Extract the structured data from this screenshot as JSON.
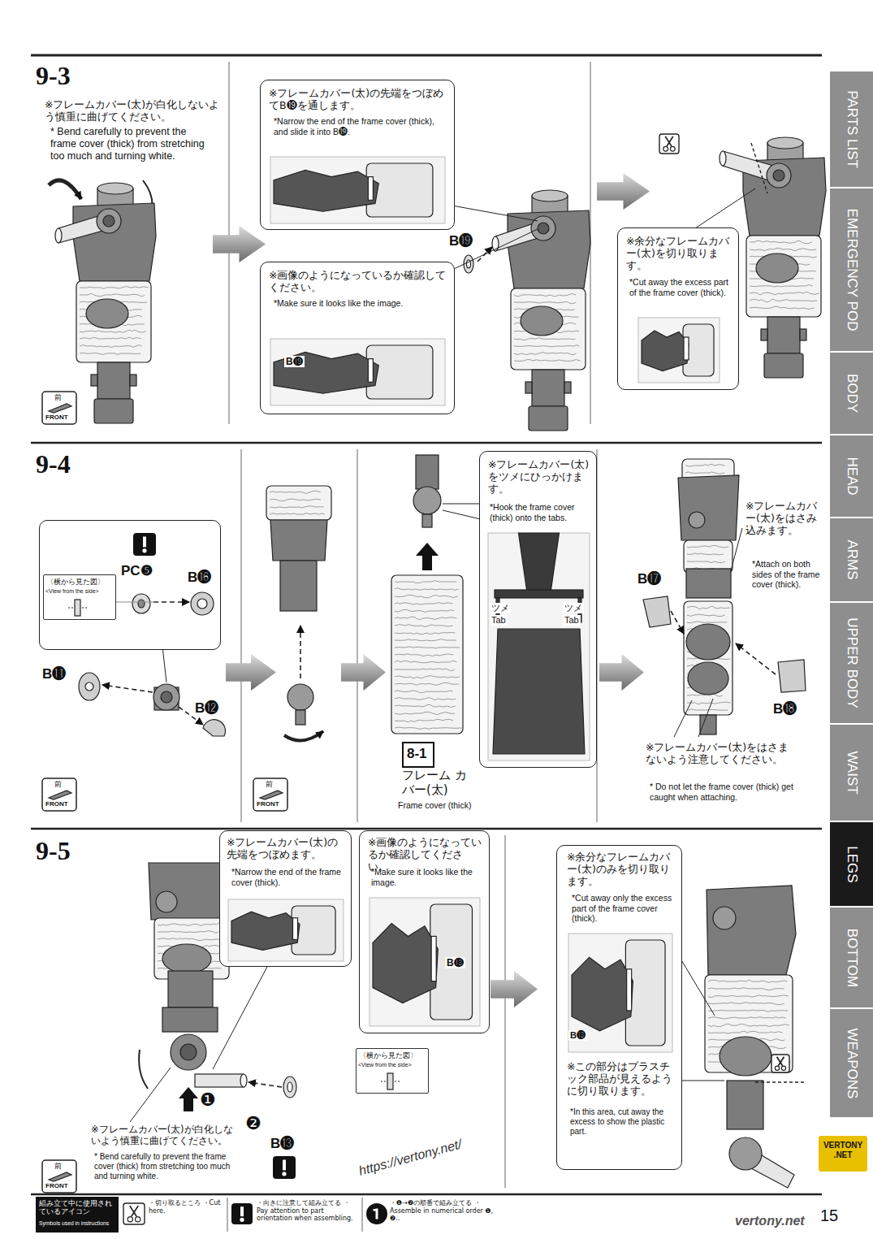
{
  "diagram": {
    "nodes": [
      {
        "text": [
          "※フレームカバー(太)の先端をつぼめてB⓳を通します。",
          "*Narrow the end of the frame cover (thick), and slide it into B⓳."
        ]
      },
      {
        "text": [
          "※画像のようになっているか確認してください。",
          "*Make sure it looks like the image."
        ]
      },
      {
        "text": [
          "※余分なフレームカバー(太)を切り取ります。",
          "*Cut away the excess part of the frame cover (thick)."
        ]
      },
      {
        "text": [
          "PC❺",
          "B⓰"
        ]
      },
      {
        "text": [
          "〈横から見た図〉",
          "<View from the side>"
        ],
        "in": 3
      },
      {
        "text": [
          "8-1"
        ]
      },
      {
        "text": [
          "※フレームカバー(太)をツメにひっかけます。",
          "*Hook the frame cover (thick) onto the tabs."
        ]
      },
      {
        "text": [
          "※フレームカバー(太)の先端をつぼめます。",
          "*Narrow the end of the frame cover (thick)."
        ]
      },
      {
        "text": [
          "※画像のようになっているか確認してください。",
          "*Make sure it looks like the image."
        ]
      },
      {
        "text": [
          "〈横から見た図〉",
          "<View from the side>"
        ]
      },
      {
        "text": [
          "※余分なフレームカバー(太)のみを切り取ります。",
          "*Cut away only the excess part of the frame cover (thick).",
          "※この部分はプラスチック部品が見えるように切り取ります。",
          "*In this area, cut away the excess to show the plastic part."
        ]
      },
      {
        "text": [
          "PARTS LIST"
        ]
      },
      {
        "text": [
          "EMERGENCY POD"
        ]
      },
      {
        "text": [
          "BODY"
        ]
      },
      {
        "text": [
          "HEAD"
        ]
      },
      {
        "text": [
          "ARMS"
        ]
      },
      {
        "text": [
          "UPPER BODY"
        ]
      },
      {
        "text": [
          "WAIST"
        ]
      },
      {
        "text": [
          "LEGS"
        ]
      },
      {
        "text": [
          "BOTTOM"
        ]
      },
      {
        "text": [
          "WEAPONS"
        ]
      }
    ],
    "labels": [
      "9-3",
      "※フレームカバー(太)が白化しないよう慎重に曲げてください。",
      "* Bend carefully to prevent the frame cover (thick) from stretching too much and turning white.",
      "前",
      "FRONT",
      "B⓳",
      "B⓳",
      "9-4",
      "B⓫",
      "B⓬",
      "前",
      "FRONT",
      "前",
      "FRONT",
      "フレーム カバー(太)",
      "Frame cover (thick)",
      "ツメ",
      "Tab",
      "ツメ",
      "Tab",
      "B⓱",
      "※フレームカバー(太)をはさみ込みます。",
      "*Attach on both sides of the frame cover (thick).",
      "B⓲",
      "※フレームカバー(太)をはさまないよう注意してください。",
      "* Do not let the frame cover (thick) get caught when attaching.",
      "9-5",
      "B⓭",
      "❶",
      "❷",
      "B⓭",
      "※フレームカバー(太)が白化しないよう慎重に曲げてください。",
      "* Bend carefully to prevent the frame cover (thick) from stretching too much and turning white.",
      "前",
      "FRONT",
      "B⓭",
      "https://vertony.net/",
      "vertony.net",
      "VERTONY .NET",
      "組み立て中に使用されているアイコン",
      "Symbols used in instructions",
      "15"
    ],
    "legend": [
      {
        "text": "・切り取るところ ・Cut here."
      },
      {
        "text": "・向きに注意して組み立てる ・Pay attention to part orientation when assembling."
      },
      {
        "text": "・❶→❷の順番で組み立てる ・Assemble in numerical order ❶, ❷.."
      }
    ]
  }
}
